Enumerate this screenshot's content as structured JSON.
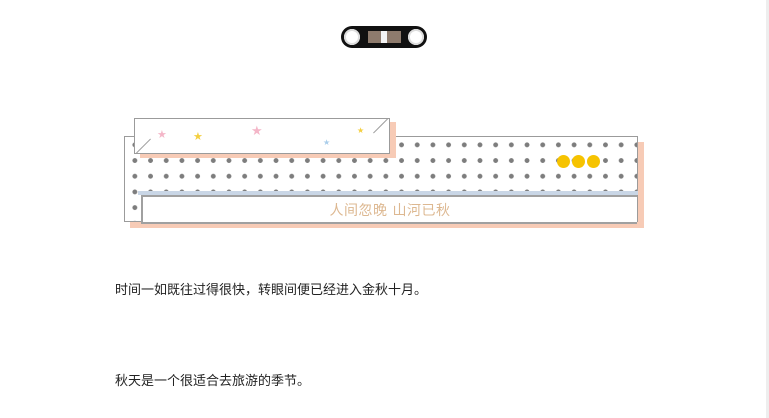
{
  "banner": {
    "title": "人间忽晚 山河已秋",
    "accent_color": "#f7cbb6",
    "dot_color": "#7d7d7d",
    "highlight_dot_color": "#f6c300"
  },
  "tape": {
    "star_icons": [
      "pink-star-icon",
      "yellow-star-icon",
      "pink-star-icon",
      "blue-star-icon",
      "yellow-star-icon"
    ]
  },
  "paragraphs": [
    "时间一如既往过得很快，转眼间便已经进入金秋十月。",
    "秋天是一个很适合去旅游的季节。"
  ]
}
